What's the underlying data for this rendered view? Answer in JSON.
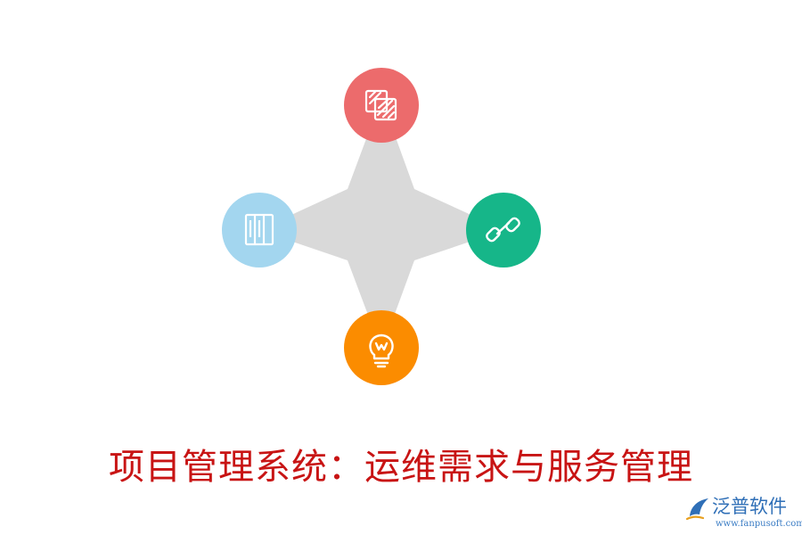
{
  "title": "项目管理系统：运维需求与服务管理",
  "brand": {
    "name": "泛普软件",
    "url": "www.fanpusoft.com"
  },
  "nodes": [
    {
      "position": "top",
      "icon": "layers-icon",
      "color": "#ec6b6c"
    },
    {
      "position": "right",
      "icon": "link-icon",
      "color": "#16b689"
    },
    {
      "position": "bottom",
      "icon": "lightbulb-icon",
      "color": "#fb8c00"
    },
    {
      "position": "left",
      "icon": "columns-icon",
      "color": "#a3d6ef"
    }
  ],
  "colors": {
    "star": "#d9d9d9",
    "title": "#c81414",
    "brand": "#2f6fb7"
  }
}
